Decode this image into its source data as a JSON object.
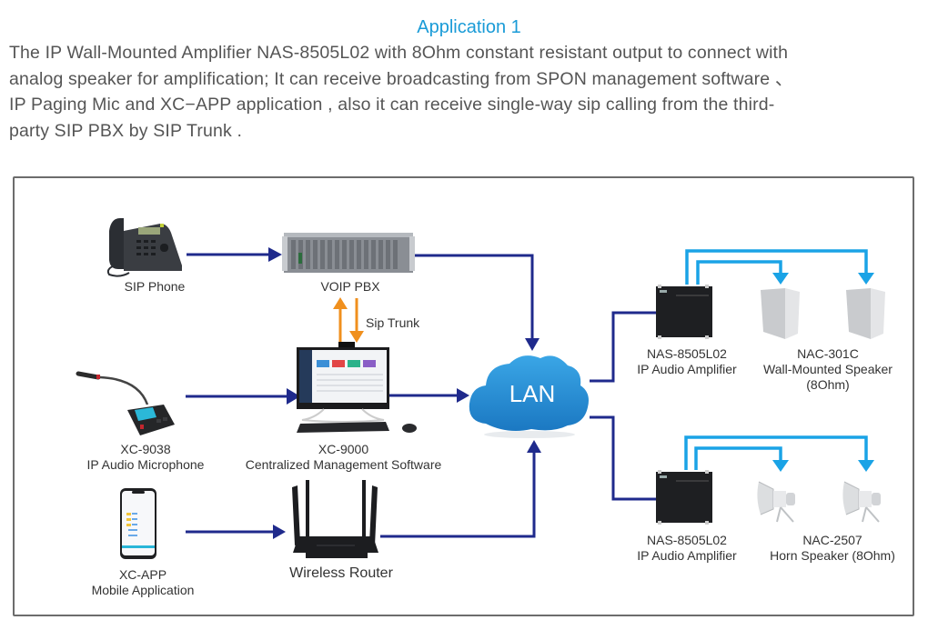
{
  "header": {
    "title": "Application 1",
    "description_lines": [
      "The IP Wall-Mounted Amplifier NAS-8505L02 with 8Ohm constant resistant output to connect with",
      "analog speaker for amplification; It can receive broadcasting from SPON management software 、",
      "IP  Paging  Mic  and  XC−APP  application , also it can receive single-way sip calling from the third-",
      "party SIP PBX by SIP Trunk ."
    ]
  },
  "diagram": {
    "colors": {
      "title": "#1a9bd7",
      "network_line": "#1f2a8c",
      "sip_trunk_line": "#f0901e",
      "speaker_line": "#1aa3e6",
      "lan_cloud": "#2a8fd4",
      "frame": "#6c6c6c"
    },
    "devices": {
      "sip_phone": {
        "icon": "desk-phone-icon",
        "label_lines": [
          "SIP Phone"
        ]
      },
      "voip_pbx": {
        "icon": "rack-server-icon",
        "label_lines": [
          "VOIP PBX"
        ]
      },
      "mic": {
        "icon": "paging-microphone-icon",
        "label_lines": [
          "XC-9038",
          "IP Audio Microphone"
        ]
      },
      "pc": {
        "icon": "desktop-computer-icon",
        "label_lines": [
          "XC-9000",
          "Centralized Management Software"
        ]
      },
      "app": {
        "icon": "smartphone-icon",
        "label_lines": [
          "XC-APP",
          "Mobile Application"
        ]
      },
      "router": {
        "icon": "wireless-router-icon",
        "label_lines": [
          "Wireless Router"
        ]
      },
      "lan": {
        "icon": "cloud-icon",
        "label": "LAN"
      },
      "amp_top": {
        "icon": "amplifier-icon",
        "label_lines": [
          "NAS-8505L02",
          "IP Audio Amplifier"
        ]
      },
      "wall_speakers": {
        "icon": "wall-speaker-icon",
        "label_lines": [
          "NAC-301C",
          "Wall-Mounted Speaker",
          "(8Ohm)"
        ]
      },
      "amp_bottom": {
        "icon": "amplifier-icon",
        "label_lines": [
          "NAS-8505L02",
          "IP Audio Amplifier"
        ]
      },
      "horn_speakers": {
        "icon": "horn-speaker-icon",
        "label_lines": [
          "NAC-2507",
          "Horn Speaker (8Ohm)"
        ]
      }
    },
    "sip_trunk_label": "Sip Trunk"
  }
}
